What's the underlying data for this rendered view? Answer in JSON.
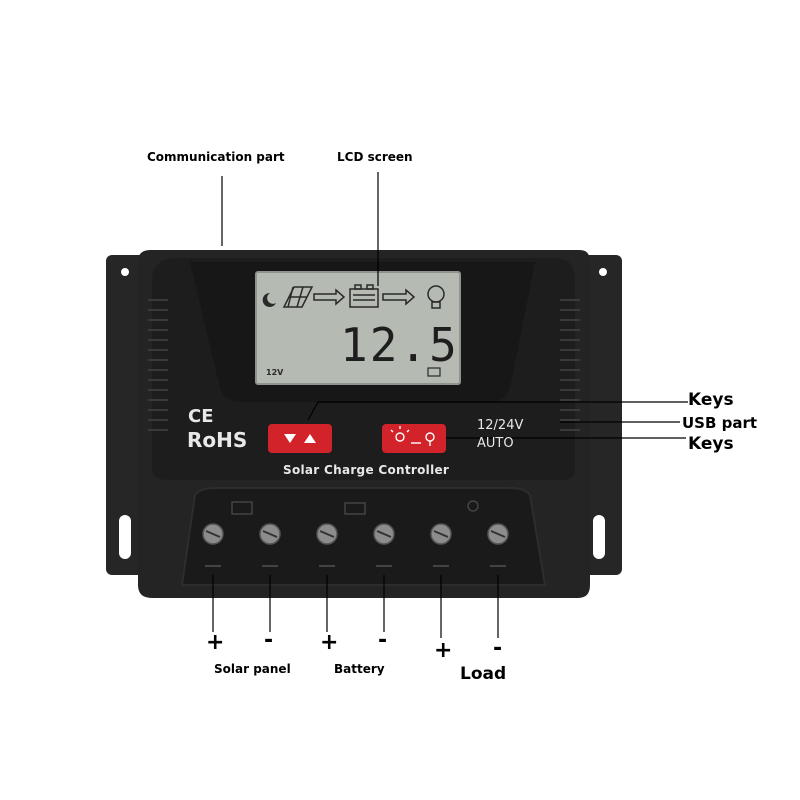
{
  "callouts": {
    "communication": "Communication  part",
    "lcd": "LCD screen",
    "keys_top": "Keys",
    "usb": "USB part",
    "keys_bottom": "Keys"
  },
  "lcd": {
    "reading": "12.5",
    "voltage_tag": "12V"
  },
  "device": {
    "ce": "CE",
    "rohs": "RoHS",
    "name": "Solar Charge Controller",
    "voltage_line": "12/24V",
    "mode_line": "AUTO"
  },
  "terminals": [
    {
      "sign": "+",
      "group": "Solar panel"
    },
    {
      "sign": "-"
    },
    {
      "sign": "+",
      "group": "Battery"
    },
    {
      "sign": "-"
    },
    {
      "sign": "+",
      "group": "Load"
    },
    {
      "sign": "-"
    }
  ],
  "colors": {
    "body": "#232323",
    "button": "#d2232a",
    "lcd": "#b5bab2"
  }
}
